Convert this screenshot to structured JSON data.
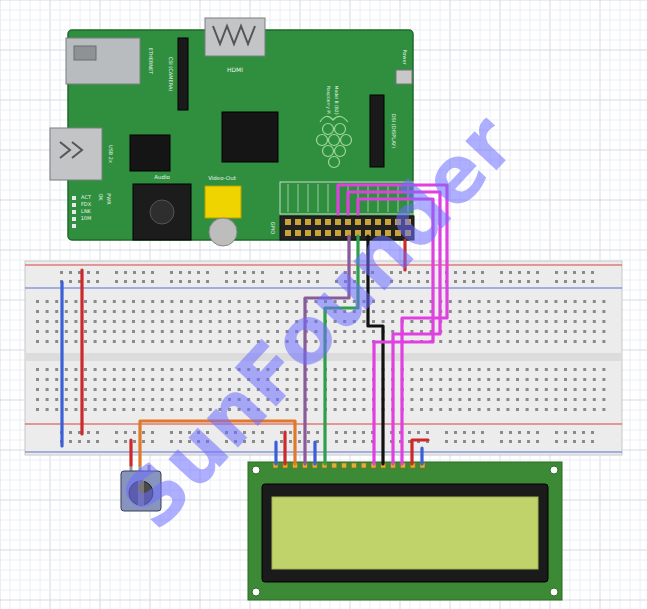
{
  "diagram": {
    "labels": [
      "ETHERNET",
      "HDMI",
      "CSI (CAMERA)",
      "Raspberry Pi",
      "Model B (B2)",
      "Power",
      "DSI (DISPLAY)",
      "USB 2x",
      "Audio",
      "Video-Out",
      "ACT",
      "FDX",
      "LNK",
      "10M",
      "OK",
      "PWR",
      "GPIO",
      "SunFounder"
    ]
  }
}
